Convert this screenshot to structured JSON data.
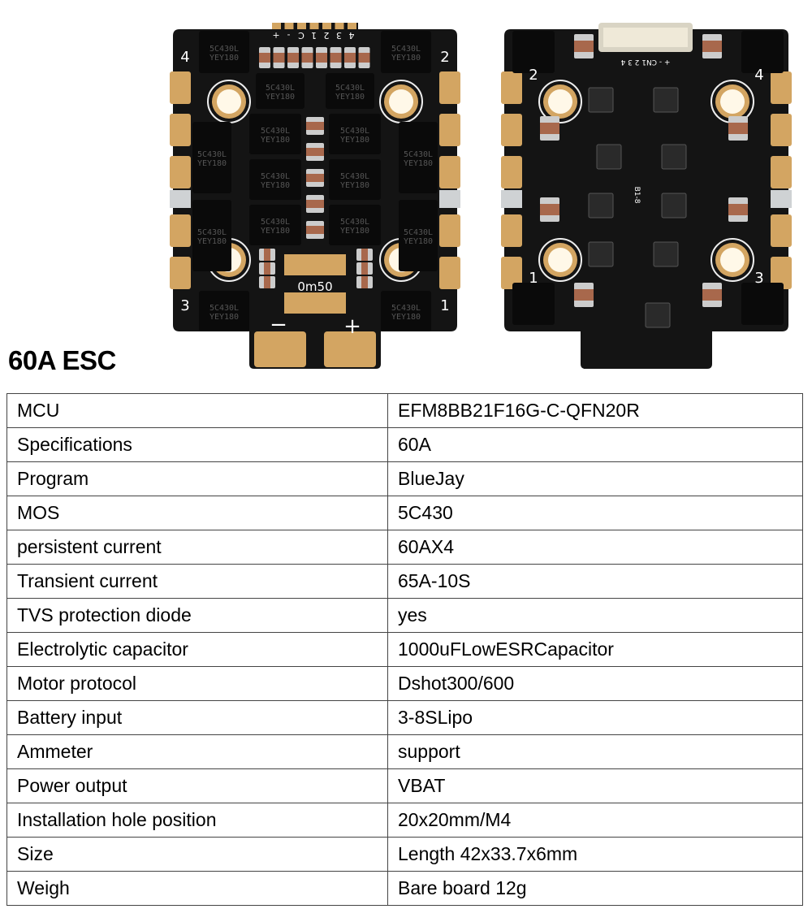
{
  "colors": {
    "pcb": "#141414",
    "gold": "#d3a562",
    "cap": "#a8684c",
    "chip": "#0a0a0a"
  },
  "board_front": {
    "corner_labels": [
      "4",
      "2",
      "3",
      "1"
    ],
    "signal_labels": [
      "+",
      "-",
      "C",
      "1",
      "2",
      "3",
      "4"
    ],
    "shunt_label": "0m50",
    "power_labels": [
      "−",
      "+"
    ],
    "mosfet_marking": [
      "5C430L",
      "YEY180"
    ]
  },
  "board_back": {
    "corner_labels": [
      "2",
      "4",
      "1",
      "3"
    ],
    "connector_label": "+ - CN1 2 3 4",
    "chip_label": "B1-8"
  },
  "title": "60A ESC",
  "specs": [
    {
      "key": "MCU",
      "value": "EFM8BB21F16G-C-QFN20R"
    },
    {
      "key": "Specifications",
      "value": "60A"
    },
    {
      "key": "Program",
      "value": "BlueJay"
    },
    {
      "key": "MOS",
      "value": "5C430"
    },
    {
      "key": "persistent current",
      "value": "60AX4"
    },
    {
      "key": "Transient current",
      "value": "65A-10S"
    },
    {
      "key": "TVS protection diode",
      "value": "yes"
    },
    {
      "key": "Electrolytic capacitor",
      "value": "1000uFLowESRCapacitor"
    },
    {
      "key": "Motor protocol",
      "value": "Dshot300/600"
    },
    {
      "key": "Battery input",
      "value": "3-8SLipo"
    },
    {
      "key": "Ammeter",
      "value": "support"
    },
    {
      "key": "Power output",
      "value": "VBAT"
    },
    {
      "key": "Installation hole position",
      "value": "20x20mm/M4"
    },
    {
      "key": "Size",
      "value": "Length 42x33.7x6mm"
    },
    {
      "key": "Weigh",
      "value": "Bare board 12g"
    }
  ]
}
